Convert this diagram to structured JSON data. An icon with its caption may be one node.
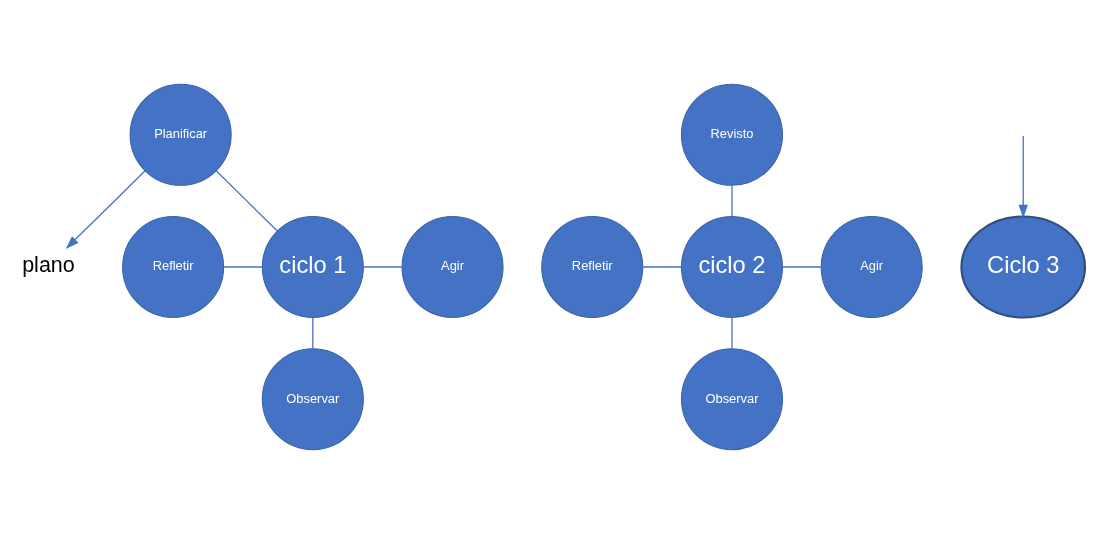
{
  "diagram": {
    "nodes": [
      {
        "text": [
          "ciclo 1"
        ]
      },
      {
        "text": [
          "Planificar"
        ]
      },
      {
        "text": [
          "Refletir"
        ]
      },
      {
        "text": [
          "Agir"
        ]
      },
      {
        "text": [
          "Observar"
        ]
      },
      {
        "text": [
          "ciclo 2"
        ]
      },
      {
        "text": [
          "Revisto"
        ]
      },
      {
        "text": [
          "Refletir"
        ]
      },
      {
        "text": [
          "Agir"
        ]
      },
      {
        "text": [
          "Observar"
        ]
      },
      {
        "text": [
          "plano"
        ]
      },
      {
        "text": [
          "Ciclo 3"
        ]
      }
    ],
    "edges": [
      {
        "from": 1,
        "to": 0,
        "arrow": "none"
      },
      {
        "from": 2,
        "to": 0,
        "arrow": "none"
      },
      {
        "from": 0,
        "to": 3,
        "arrow": "none"
      },
      {
        "from": 0,
        "to": 4,
        "arrow": "none"
      },
      {
        "from": 6,
        "to": 5,
        "arrow": "none"
      },
      {
        "from": 7,
        "to": 5,
        "arrow": "none"
      },
      {
        "from": 5,
        "to": 8,
        "arrow": "none"
      },
      {
        "from": 5,
        "to": 9,
        "arrow": "none"
      },
      {
        "from": 1,
        "to": 10,
        "arrow": "to"
      },
      {
        "from": null,
        "to": 11,
        "arrow": "to"
      }
    ]
  }
}
